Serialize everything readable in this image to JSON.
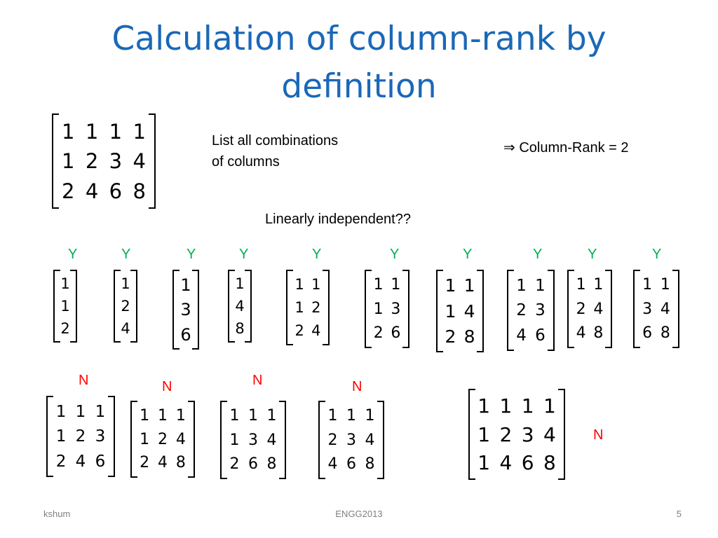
{
  "slide": {
    "title_line1": "Calculation of column-rank by",
    "title_line2": "definition",
    "instruction_line1": "List all combinations",
    "instruction_line2": "of columns",
    "result": "⇒ Column-Rank = 2",
    "question": "Linearly independent??",
    "footer_left": "kshum",
    "footer_center": "ENGG2013",
    "footer_right": "5",
    "colors": {
      "title": "#1a68b8",
      "yes": "#00b050",
      "no": "#ff0000",
      "footer": "#7f7f7f"
    }
  },
  "main_matrix": {
    "rows": [
      [
        "1",
        "1",
        "1",
        "1"
      ],
      [
        "1",
        "2",
        "3",
        "4"
      ],
      [
        "2",
        "4",
        "6",
        "8"
      ]
    ]
  },
  "combos": [
    {
      "flag": "Y",
      "rows": [
        [
          "1"
        ],
        [
          "1"
        ],
        [
          "2"
        ]
      ]
    },
    {
      "flag": "Y",
      "rows": [
        [
          "1"
        ],
        [
          "2"
        ],
        [
          "4"
        ]
      ]
    },
    {
      "flag": "Y",
      "rows": [
        [
          "1"
        ],
        [
          "3"
        ],
        [
          "6"
        ]
      ]
    },
    {
      "flag": "Y",
      "rows": [
        [
          "1"
        ],
        [
          "4"
        ],
        [
          "8"
        ]
      ]
    },
    {
      "flag": "Y",
      "rows": [
        [
          "1",
          "1"
        ],
        [
          "1",
          "2"
        ],
        [
          "2",
          "4"
        ]
      ]
    },
    {
      "flag": "Y",
      "rows": [
        [
          "1",
          "1"
        ],
        [
          "1",
          "3"
        ],
        [
          "2",
          "6"
        ]
      ]
    },
    {
      "flag": "Y",
      "rows": [
        [
          "1",
          "1"
        ],
        [
          "1",
          "4"
        ],
        [
          "2",
          "8"
        ]
      ]
    },
    {
      "flag": "Y",
      "rows": [
        [
          "1",
          "1"
        ],
        [
          "2",
          "3"
        ],
        [
          "4",
          "6"
        ]
      ]
    },
    {
      "flag": "Y",
      "rows": [
        [
          "1",
          "1"
        ],
        [
          "2",
          "4"
        ],
        [
          "4",
          "8"
        ]
      ]
    },
    {
      "flag": "Y",
      "rows": [
        [
          "1",
          "1"
        ],
        [
          "3",
          "4"
        ],
        [
          "6",
          "8"
        ]
      ]
    },
    {
      "flag": "N",
      "rows": [
        [
          "1",
          "1",
          "1"
        ],
        [
          "1",
          "2",
          "3"
        ],
        [
          "2",
          "4",
          "6"
        ]
      ]
    },
    {
      "flag": "N",
      "rows": [
        [
          "1",
          "1",
          "1"
        ],
        [
          "1",
          "2",
          "4"
        ],
        [
          "2",
          "4",
          "8"
        ]
      ]
    },
    {
      "flag": "N",
      "rows": [
        [
          "1",
          "1",
          "1"
        ],
        [
          "1",
          "3",
          "4"
        ],
        [
          "2",
          "6",
          "8"
        ]
      ]
    },
    {
      "flag": "N",
      "rows": [
        [
          "1",
          "1",
          "1"
        ],
        [
          "2",
          "3",
          "4"
        ],
        [
          "4",
          "6",
          "8"
        ]
      ]
    },
    {
      "flag": "N",
      "rows": [
        [
          "1",
          "1",
          "1",
          "1"
        ],
        [
          "1",
          "2",
          "3",
          "4"
        ],
        [
          "1",
          "4",
          "6",
          "8"
        ]
      ]
    }
  ]
}
